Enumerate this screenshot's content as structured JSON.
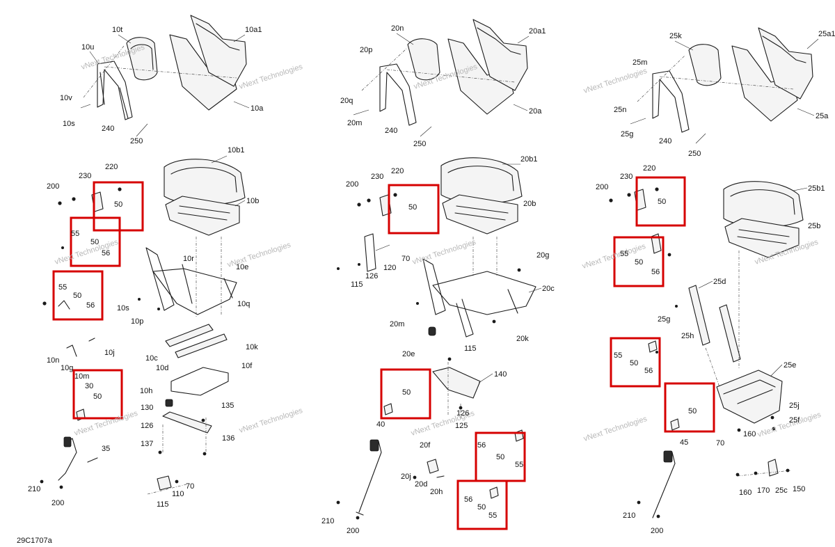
{
  "diagram_code": "29C1707a",
  "watermark": "vNext Technologies",
  "highlight_color": "#d60000",
  "labels": {
    "left": [
      "10t",
      "10u",
      "10a1",
      "10v",
      "10s",
      "240",
      "10a",
      "250",
      "10b1",
      "220",
      "230",
      "200",
      "50",
      "10b",
      "55",
      "50",
      "56",
      "10r",
      "10e",
      "55",
      "50",
      "56",
      "10s",
      "10q",
      "10p",
      "10j",
      "10n",
      "10g",
      "10c",
      "10k",
      "10d",
      "10m",
      "30",
      "50",
      "10f",
      "10h",
      "135",
      "130",
      "126",
      "136",
      "137",
      "35",
      "210",
      "200",
      "70",
      "110",
      "115"
    ],
    "middle": [
      "20n",
      "20a1",
      "20p",
      "20q",
      "20m",
      "240",
      "250",
      "20a",
      "220",
      "230",
      "200",
      "20b1",
      "50",
      "20b",
      "70",
      "120",
      "126",
      "115",
      "20g",
      "20c",
      "20m",
      "20e",
      "20k",
      "115",
      "140",
      "50",
      "126",
      "125",
      "40",
      "20f",
      "56",
      "50",
      "55",
      "20j",
      "20d",
      "20h",
      "56",
      "50",
      "55",
      "210",
      "200"
    ],
    "right": [
      "25k",
      "25a1",
      "25m",
      "25n",
      "25g",
      "240",
      "250",
      "25a",
      "220",
      "230",
      "200",
      "50",
      "25b1",
      "25b",
      "55",
      "50",
      "56",
      "25d",
      "25g",
      "25h",
      "55",
      "50",
      "56",
      "25e",
      "50",
      "25j",
      "25f",
      "160",
      "70",
      "45",
      "160",
      "170",
      "25c",
      "150",
      "210",
      "200"
    ]
  }
}
